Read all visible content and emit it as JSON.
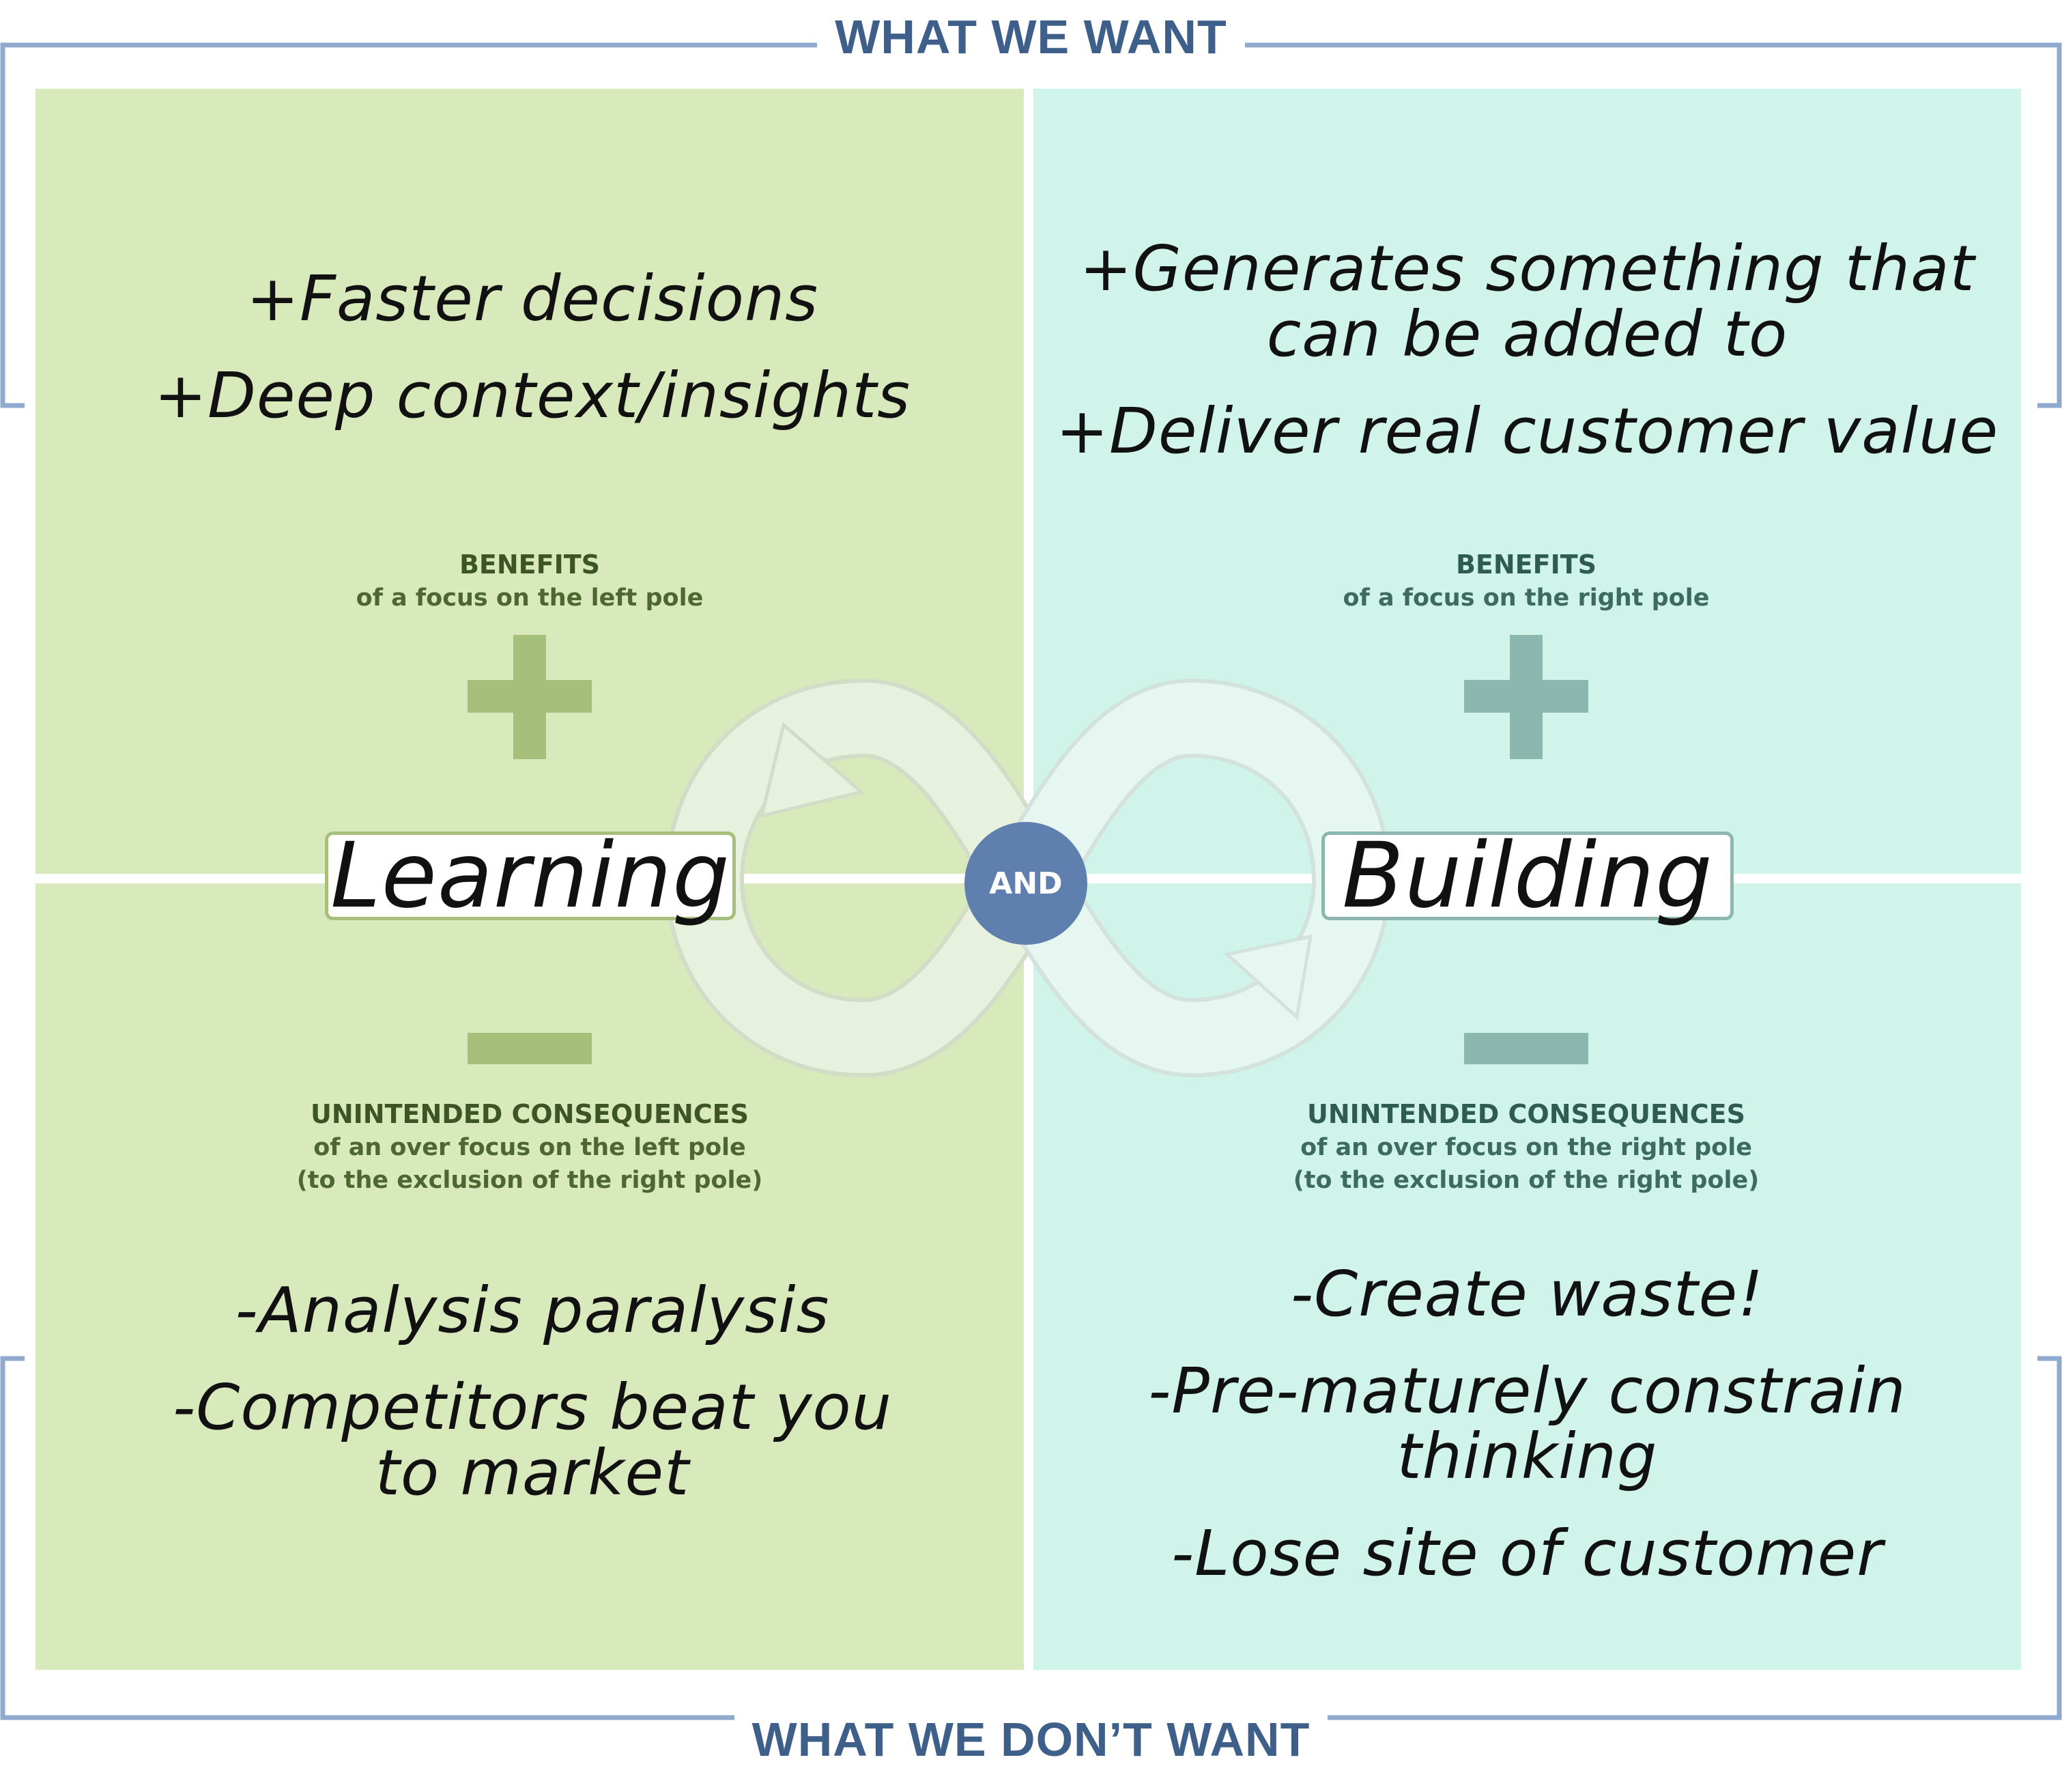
{
  "header": {
    "label": "WHAT WE WANT"
  },
  "footer": {
    "label": "WHAT WE DON’T WANT"
  },
  "left_pole": {
    "label": "Learning",
    "benefits_heading": "BENEFITS",
    "benefits_sub": "of a focus on the left pole",
    "benefits": [
      "+Faster decisions",
      "+Deep context/insights"
    ],
    "consequences_heading": "UNINTENDED CONSEQUENCES",
    "consequences_sub_1": "of an over focus on the left pole",
    "consequences_sub_2": "(to the exclusion of the right pole)",
    "consequences": [
      "-Analysis paralysis",
      "-Competitors beat you",
      "to market"
    ]
  },
  "right_pole": {
    "label": "Building",
    "benefits_heading": "BENEFITS",
    "benefits_sub": "of a focus on the right pole",
    "benefits": [
      "+Generates something that",
      "can be added to",
      "+Deliver real customer value"
    ],
    "consequences_heading": "UNINTENDED CONSEQUENCES",
    "consequences_sub_1": "of an over focus on the right pole",
    "consequences_sub_2": "(to the exclusion of the right pole)",
    "consequences": [
      "-Create waste!",
      "-Pre-maturely constrain",
      "thinking",
      "-Lose site of customer"
    ]
  },
  "center": {
    "label": "AND"
  },
  "colors": {
    "frame": "#8fa9cf",
    "label_blue": "#3e5f8a",
    "left_fill": "#d8eabb",
    "right_fill": "#d0f3ea",
    "left_accent": "#a6c07c",
    "right_accent": "#8cb7ae",
    "and_badge": "#5f7fae"
  },
  "icons": [
    "plus-icon",
    "minus-icon",
    "infinity-loop-icon"
  ]
}
